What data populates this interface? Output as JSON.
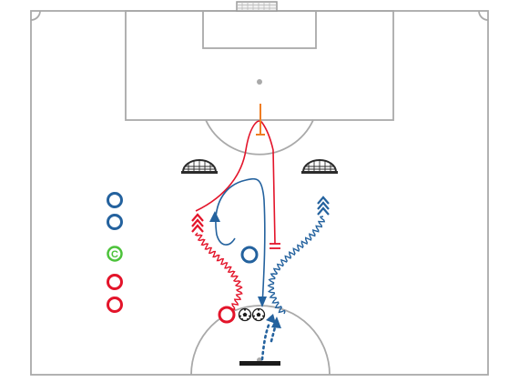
{
  "colors": {
    "pitch_lines": "#a9a9a9",
    "team_red": "#e3142a",
    "team_blue": "#24629e",
    "neutral_green": "#4cc23a",
    "shot_orange": "#ef7d22",
    "mini_goal": "#2b2b2b",
    "start_line": "#1b1b1b"
  },
  "icons": {
    "neutral_player": "circled-c-icon",
    "ball": "soccer-ball-icon",
    "mini_goal": "mini-goal-icon",
    "goal": "full-goal-icon"
  },
  "players": {
    "waiting_blue_count": 2,
    "waiting_red_count": 2,
    "neutral_label": "C",
    "neutral_count": 1,
    "active_blue_count": 1,
    "active_red_count": 1
  },
  "equipment": {
    "mini_goal_count": 2,
    "ball_count": 2,
    "full_goal_count": 1
  }
}
